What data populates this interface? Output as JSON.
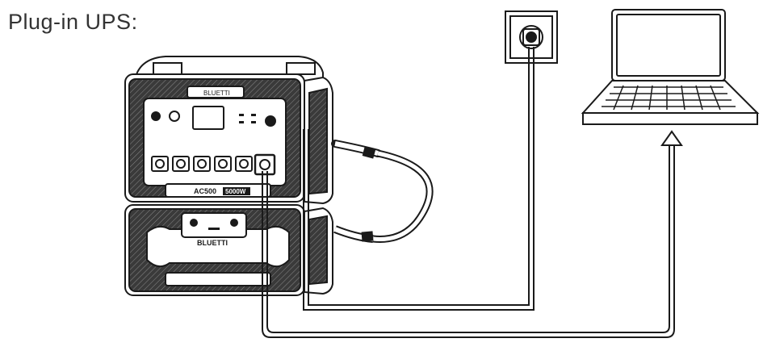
{
  "title": "Plug-in UPS:",
  "brand_label": "BLUETTI",
  "model_label": "AC500",
  "model_power": "5000W",
  "colors": {
    "line": "#1a1a1a",
    "device_fill": "#ffffff",
    "dark_panel": "#2b2b2b",
    "title_text": "#333333"
  },
  "icons": [
    "wall-outlet-icon",
    "laptop-icon",
    "arrow-up-icon"
  ]
}
